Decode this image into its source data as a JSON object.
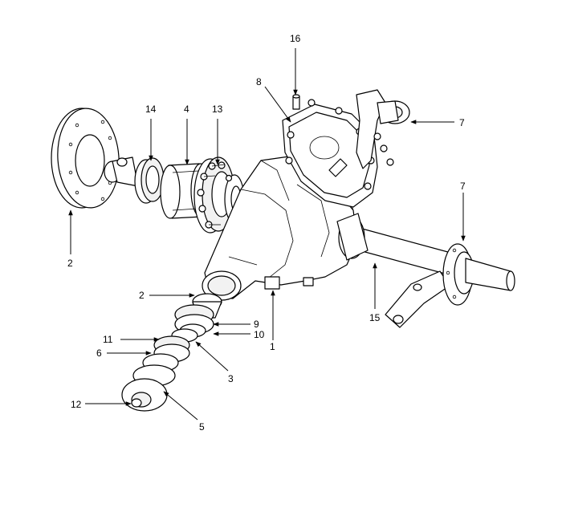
{
  "callouts": {
    "c1": "1",
    "c2_left": "2",
    "c2_bottom": "2",
    "c3": "3",
    "c4": "4",
    "c5": "5",
    "c6": "6",
    "c7_top": "7",
    "c7_right": "7",
    "c8": "8",
    "c9": "9",
    "c10": "10",
    "c11": "11",
    "c12": "12",
    "c13": "13",
    "c14": "14",
    "c15": "15",
    "c16": "16"
  },
  "colors": {
    "line": "#000000",
    "background": "#ffffff"
  }
}
